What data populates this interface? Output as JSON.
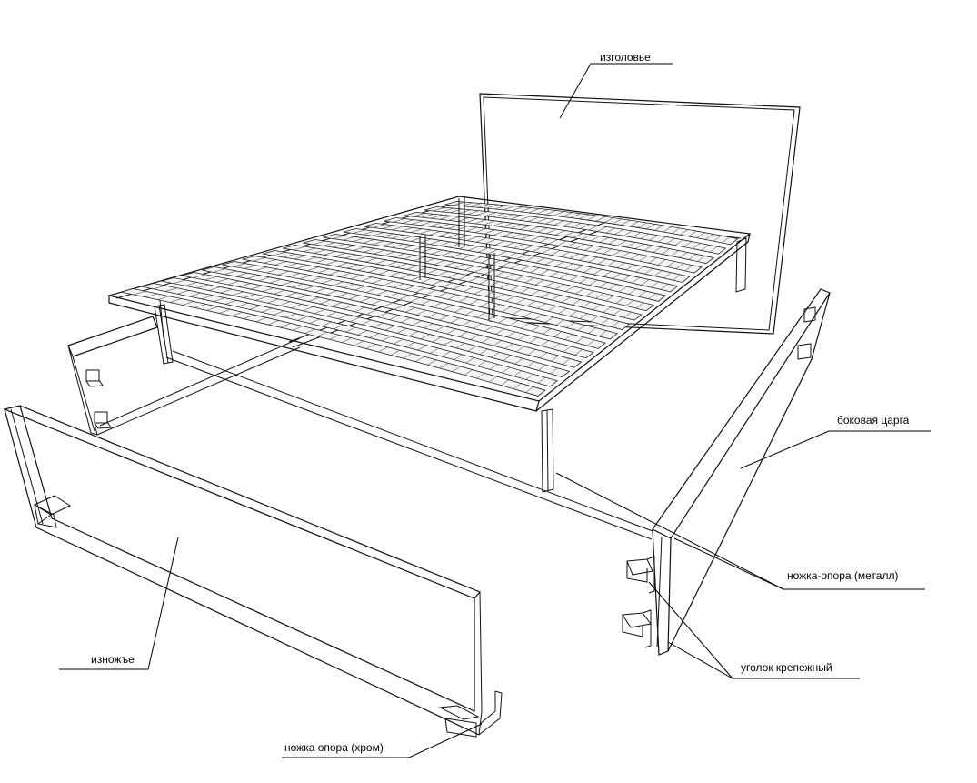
{
  "labels": {
    "headboard": "изголовье",
    "side_rail": "боковая царга",
    "metal_leg": "ножка-опора (металл)",
    "bracket": "уголок крепежный",
    "footboard": "изножъе",
    "chrome_leg": "ножка опора (хром)"
  }
}
